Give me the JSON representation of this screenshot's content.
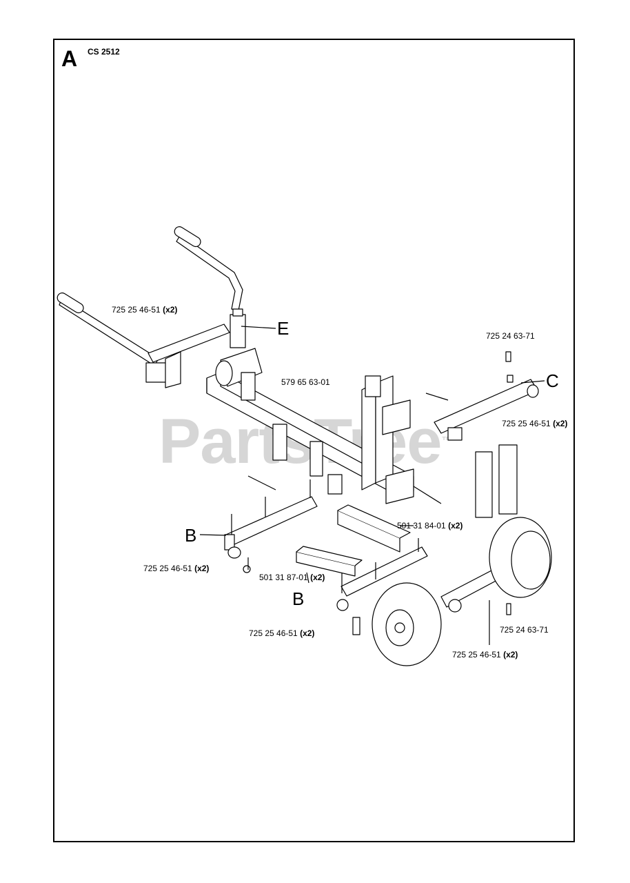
{
  "section_letter": "A",
  "model": "CS 2512",
  "watermark": "PartsTree",
  "watermark_tm": "™",
  "callouts": {
    "E": "E",
    "C": "C",
    "B_left": "B",
    "B_mid": "B"
  },
  "parts": [
    {
      "id": "p1",
      "number": "725 25 46-51",
      "qty": "(x2)"
    },
    {
      "id": "p2",
      "number": "725 24 63-71",
      "qty": ""
    },
    {
      "id": "p3",
      "number": "579 65 63-01",
      "qty": ""
    },
    {
      "id": "p4",
      "number": "725 25 46-51",
      "qty": "(x2)"
    },
    {
      "id": "p5",
      "number": "501 31 84-01",
      "qty": "(x2)"
    },
    {
      "id": "p6",
      "number": "725 25 46-51",
      "qty": "(x2)"
    },
    {
      "id": "p7",
      "number": "501 31 87-01",
      "qty": "(x2)"
    },
    {
      "id": "p8",
      "number": "725 25 46-51",
      "qty": "(x2)"
    },
    {
      "id": "p9",
      "number": "725 24 63-71",
      "qty": ""
    },
    {
      "id": "p10",
      "number": "725 25 46-51",
      "qty": "(x2)"
    }
  ]
}
